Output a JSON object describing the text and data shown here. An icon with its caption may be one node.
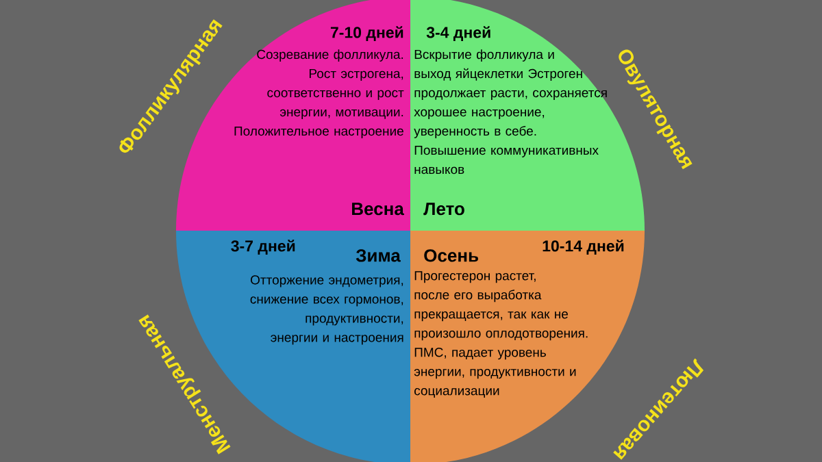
{
  "diagram": {
    "nodes": [
      {
        "text": [
          "7-10 дней",
          "Созревание фолликула. Рост эстрогена, соответственно и рост энергии, мотивации. Положительное настроение",
          "Весна"
        ],
        "beside": [
          "Фолликулярная"
        ]
      },
      {
        "text": [
          "3-4 дней",
          "Вскрытие фолликула и выход яйцеклетки Эстроген продолжает расти, сохраняется хорошее настроение, уверенность в себе. Повышение коммуникативных навыков",
          "Лето"
        ],
        "beside": [
          "Овуляторная"
        ]
      },
      {
        "text": [
          "3-7 дней",
          "Зима",
          "Отторжение эндометрия, снижение всех гормонов, продуктивности, энергии и настроения"
        ],
        "beside": [
          "Менструальная"
        ]
      },
      {
        "text": [
          "Осень",
          "10-14 дней",
          "Прогестерон растет, после его выработка прекращается, так как не произошло оплодотворения. ПМС, падает уровень энергии, продуктивности и социализации"
        ],
        "beside": [
          "Лютеиновая"
        ]
      }
    ]
  }
}
